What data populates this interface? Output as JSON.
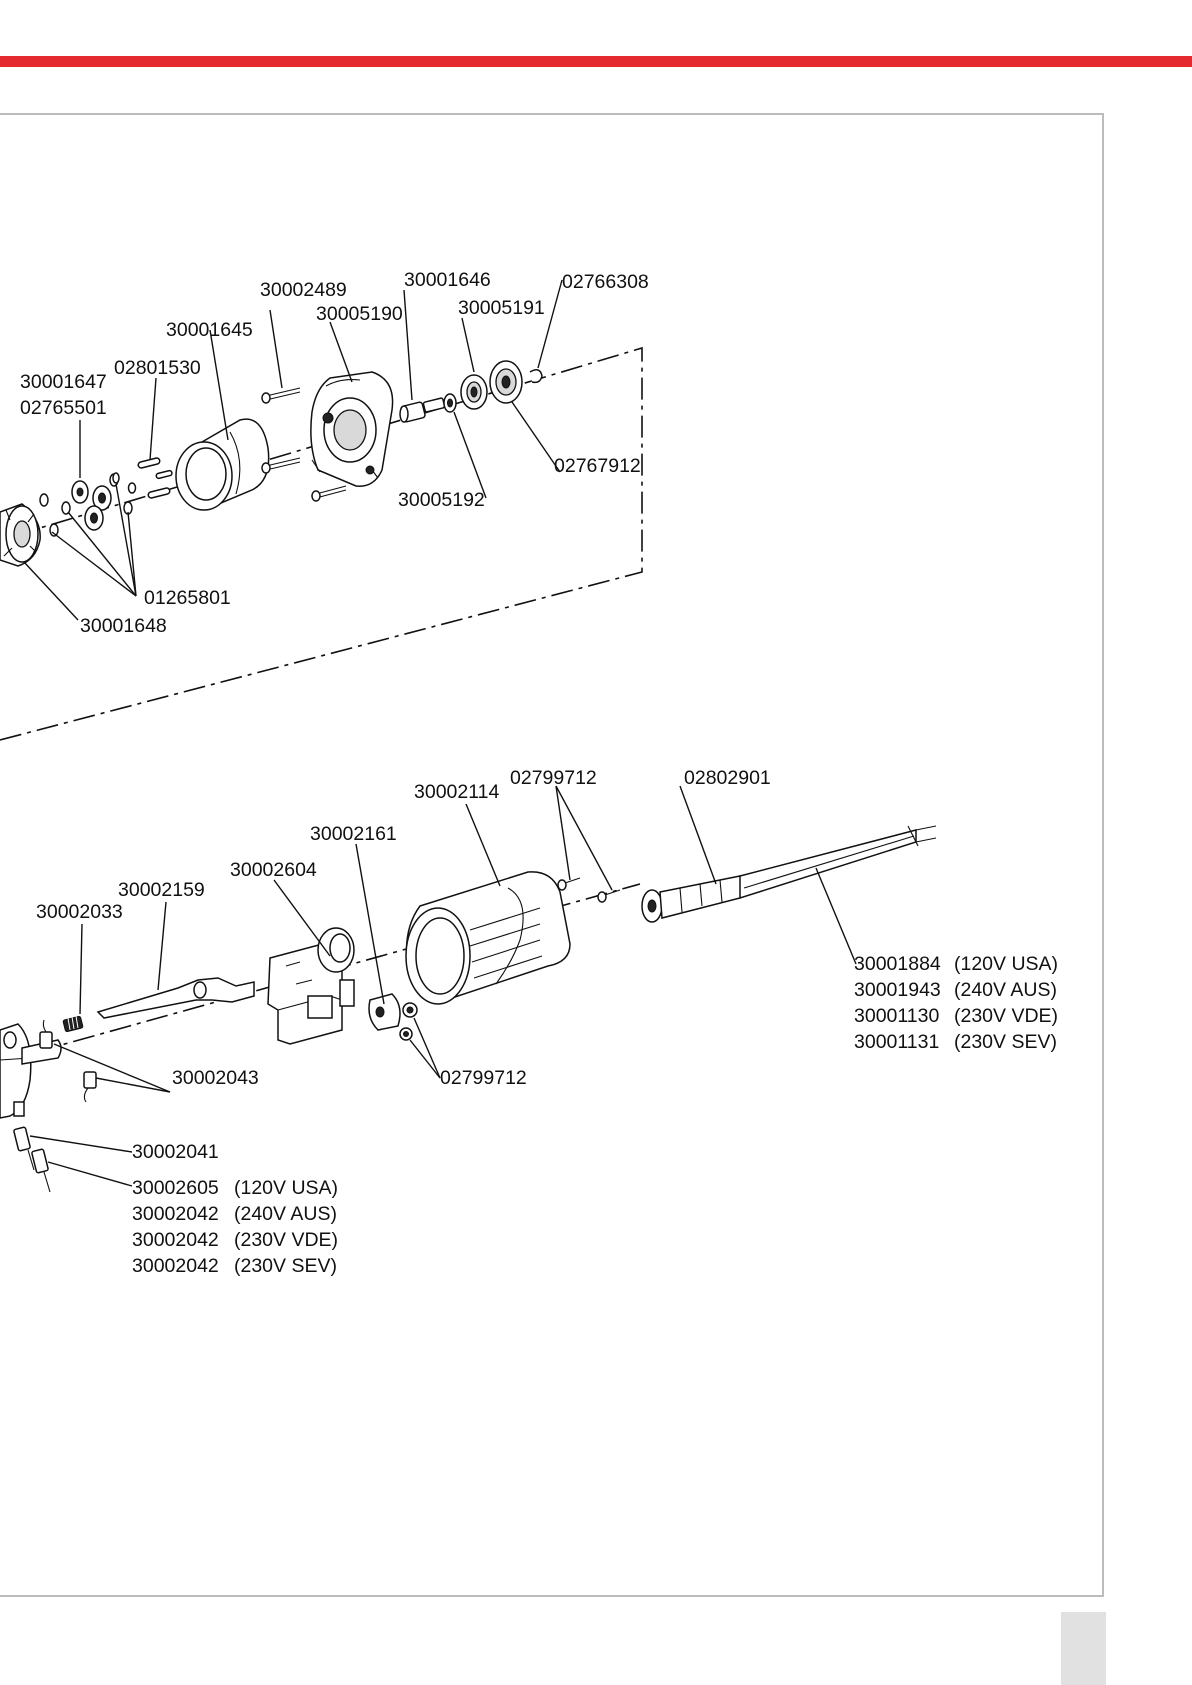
{
  "colors": {
    "accent_band": "#e52a2f",
    "frame_border": "#bcbcbc",
    "page_tab": "#e1e1e1"
  },
  "upper_assembly": {
    "labels": {
      "p30002489": "30002489",
      "p30001646": "30001646",
      "p02766308": "02766308",
      "p30005190": "30005190",
      "p30005191": "30005191",
      "p30001645": "30001645",
      "p02801530": "02801530",
      "p30001647": "30001647",
      "p02765501": "02765501",
      "p02767912": "02767912",
      "p30005192": "30005192",
      "p01265801": "01265801",
      "p30001648": "30001648"
    }
  },
  "lower_assembly": {
    "labels": {
      "p02799712_top": "02799712",
      "p02802901": "02802901",
      "p30002114": "30002114",
      "p30002161": "30002161",
      "p30002604": "30002604",
      "p30002159": "30002159",
      "p30002033": "30002033",
      "p30002043": "30002043",
      "p02799712_bottom": "02799712",
      "p30002041": "30002041"
    },
    "cable_variants": [
      {
        "part": "30001884",
        "note": "(120V USA)"
      },
      {
        "part": "30001943",
        "note": "(240V AUS)"
      },
      {
        "part": "30001130",
        "note": "(230V VDE)"
      },
      {
        "part": "30001131",
        "note": "(230V SEV)"
      }
    ],
    "switch_variants": [
      {
        "part": "30002605",
        "note": "(120V USA)"
      },
      {
        "part": "30002042",
        "note": "(240V AUS)"
      },
      {
        "part": "30002042",
        "note": "(230V VDE)"
      },
      {
        "part": "30002042",
        "note": "(230V SEV)"
      }
    ]
  }
}
